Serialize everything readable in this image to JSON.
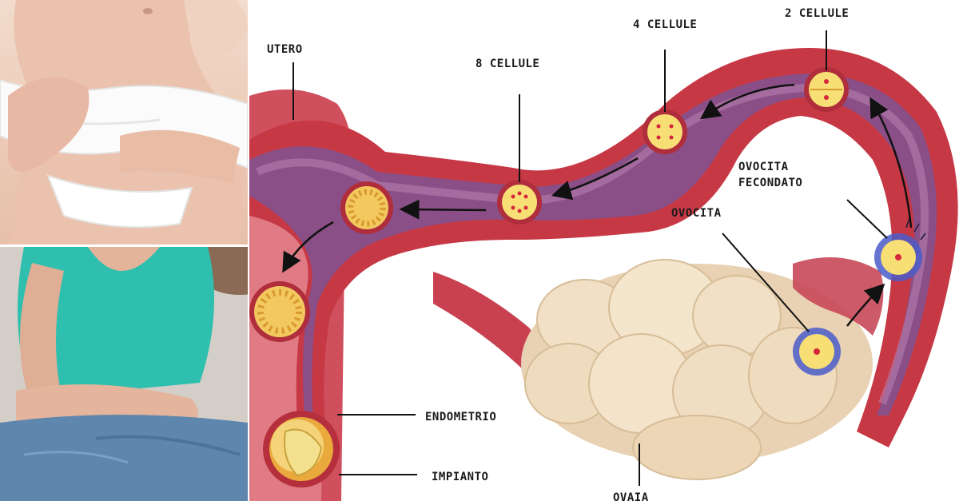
{
  "labels": {
    "uterus": "UTERO",
    "cells8": "8 CELLULE",
    "cells4": "4 CELLULE",
    "cells2": "2 CELLULE",
    "fertilized_line1": "OVOCITA",
    "fertilized_line2": "FECONDATO",
    "oocyte": "OVOCITA",
    "endometrium": "ENDOMETRIO",
    "implantation": "IMPIANTO",
    "ovary": "OVAIA"
  },
  "colors": {
    "tube_wall": "#c73845",
    "tube_lumen": "#8a4f86",
    "tube_inner": "#b57fb0",
    "ovary": "#f1e0c6",
    "cell_yellow": "#f7df75",
    "nucleus": "#d6263b",
    "corona": "#4a5cc9"
  }
}
